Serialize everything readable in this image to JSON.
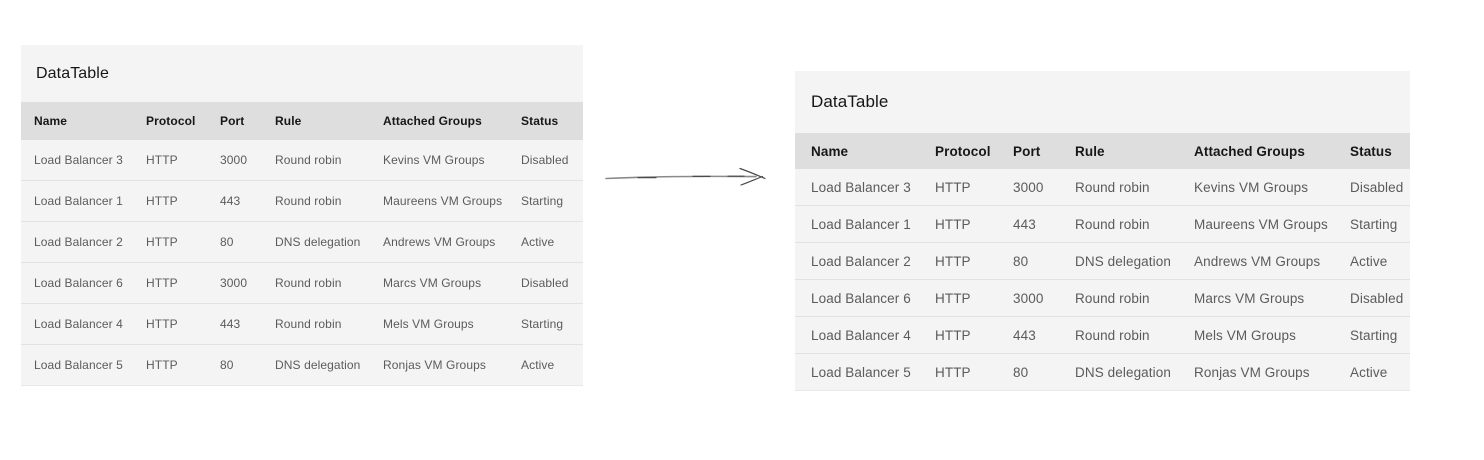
{
  "table": {
    "title": "DataTable",
    "headers": {
      "name": "Name",
      "protocol": "Protocol",
      "port": "Port",
      "rule": "Rule",
      "groups": "Attached Groups",
      "status": "Status"
    },
    "rows": [
      {
        "name": "Load Balancer 3",
        "protocol": "HTTP",
        "port": "3000",
        "rule": "Round robin",
        "groups": "Kevins VM Groups",
        "status": "Disabled"
      },
      {
        "name": "Load Balancer 1",
        "protocol": "HTTP",
        "port": "443",
        "rule": "Round robin",
        "groups": "Maureens VM Groups",
        "status": "Starting"
      },
      {
        "name": "Load Balancer 2",
        "protocol": "HTTP",
        "port": "80",
        "rule": "DNS delegation",
        "groups": "Andrews VM Groups",
        "status": "Active"
      },
      {
        "name": "Load Balancer 6",
        "protocol": "HTTP",
        "port": "3000",
        "rule": "Round robin",
        "groups": "Marcs VM Groups",
        "status": "Disabled"
      },
      {
        "name": "Load Balancer 4",
        "protocol": "HTTP",
        "port": "443",
        "rule": "Round robin",
        "groups": "Mels VM Groups",
        "status": "Starting"
      },
      {
        "name": "Load Balancer 5",
        "protocol": "HTTP",
        "port": "80",
        "rule": "DNS delegation",
        "groups": "Ronjas VM Groups",
        "status": "Active"
      }
    ]
  },
  "arrow": {
    "meaning": "scales-to-arrow"
  },
  "colors": {
    "page_background": "#ffffff",
    "table_surface": "#f4f4f4",
    "header_background": "#dedede",
    "row_divider": "#e2e2e2",
    "title_text": "#161616",
    "header_text": "#171717",
    "cell_text": "#5b5b5b"
  }
}
